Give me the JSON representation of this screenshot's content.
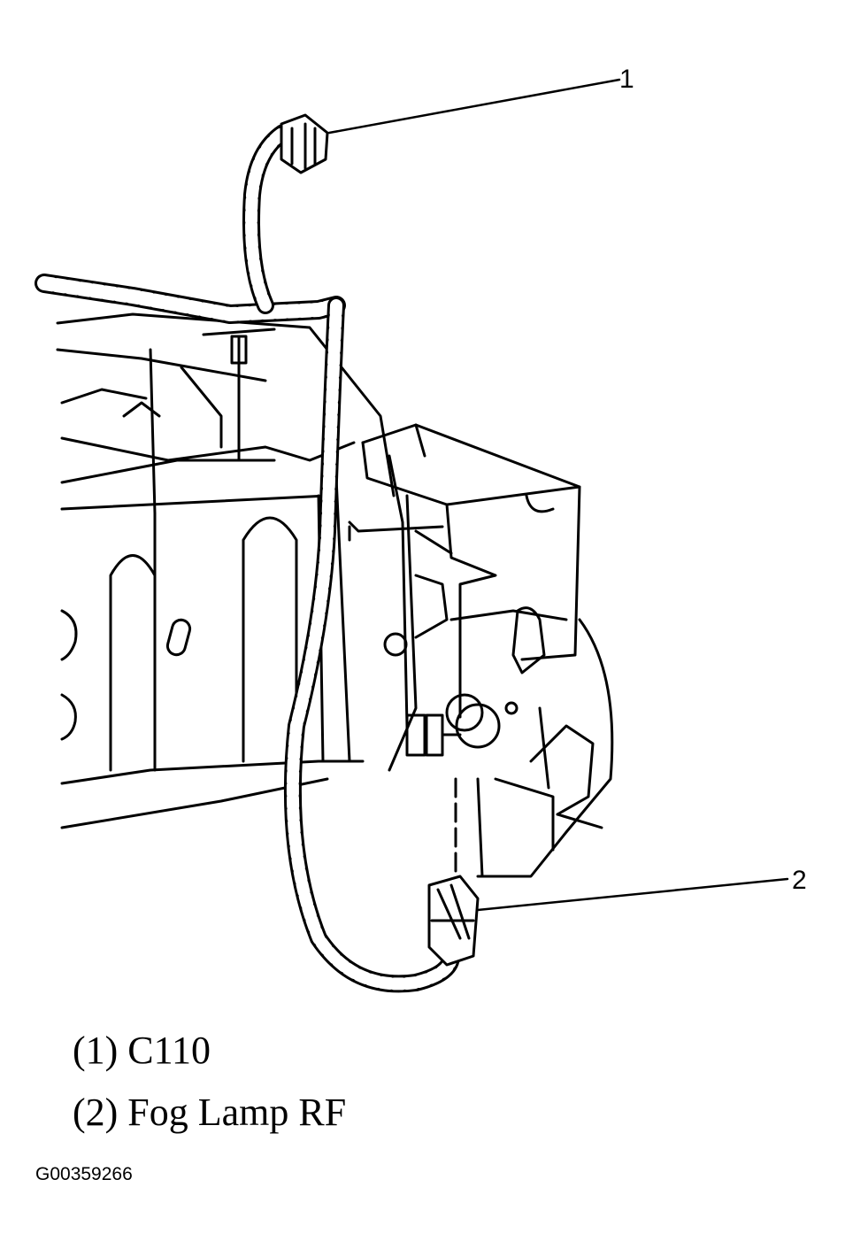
{
  "callouts": [
    {
      "number": "1"
    },
    {
      "number": "2"
    }
  ],
  "legend": [
    {
      "text": "(1) C110"
    },
    {
      "text": "(2) Fog Lamp RF"
    }
  ],
  "figure_id": "G00359266",
  "colors": {
    "ink": "#000000",
    "background": "#ffffff"
  }
}
